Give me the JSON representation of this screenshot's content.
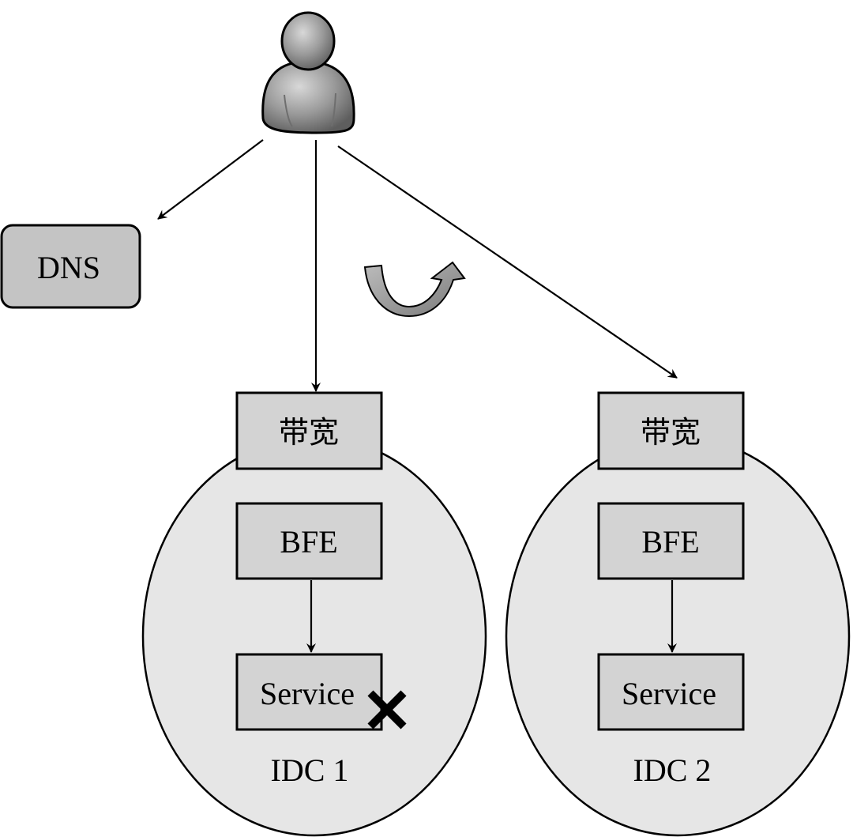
{
  "dns": {
    "label": "DNS"
  },
  "idcs": [
    {
      "name": "IDC 1",
      "bandwidth_label": "带宽",
      "bfe_label": "BFE",
      "service_label": "Service",
      "service_failed": true
    },
    {
      "name": "IDC 2",
      "bandwidth_label": "带宽",
      "bfe_label": "BFE",
      "service_label": "Service",
      "service_failed": false
    }
  ],
  "colors": {
    "ellipse_fill": "#e6e6e6",
    "box_fill": "#d3d3d3",
    "dns_fill": "#c4c4c4",
    "user_fill": "#9a9a9a",
    "curved_arrow_fill": "#8c8c8c",
    "stroke": "#000000"
  },
  "icons": {
    "user": "user-icon",
    "failure": "cross-icon",
    "failover": "curved-arrow-icon"
  }
}
